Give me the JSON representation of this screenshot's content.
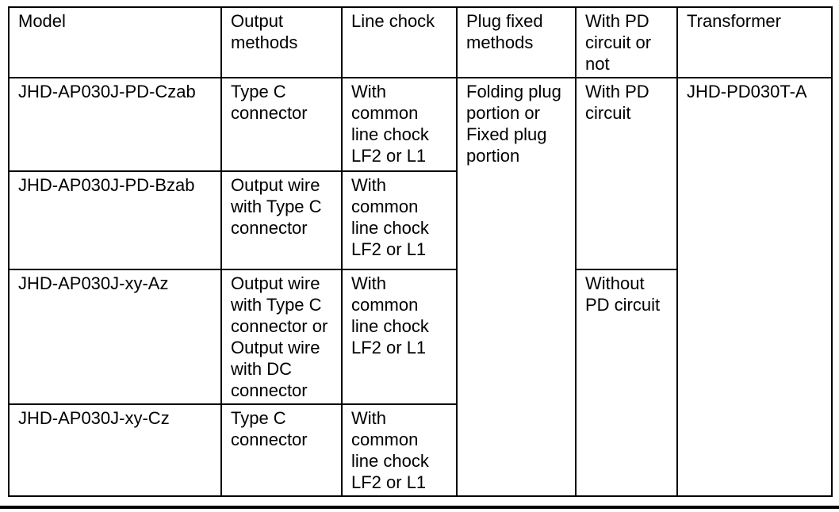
{
  "table": {
    "headers": {
      "model": "Model",
      "output_methods": "Output methods",
      "line_chock": "Line chock",
      "plug_fixed_methods": "Plug fixed methods",
      "pd_circuit": "With PD circuit or not",
      "transformer": "Transformer"
    },
    "rows": [
      {
        "model": "JHD-AP030J-PD-Czab",
        "output": "Type C connector",
        "chock": "With common line chock LF2 or L1"
      },
      {
        "model": "JHD-AP030J-PD-Bzab",
        "output": "Output wire with Type C connector",
        "chock": "With common line chock LF2 or L1"
      },
      {
        "model": "JHD-AP030J-xy-Az",
        "output": "Output wire with Type C connector or Output wire with DC connector",
        "chock": "With common line chock LF2 or L1"
      },
      {
        "model": "JHD-AP030J-xy-Cz",
        "output": "Type C connector",
        "chock": "With common line chock LF2 or L1"
      }
    ],
    "merged": {
      "plug_fixed": "Folding plug portion or Fixed plug portion",
      "with_pd": "With PD circuit",
      "without_pd": "Without PD circuit",
      "transformer_model": "JHD-PD030T-A"
    }
  },
  "colors": {
    "border": "#000000",
    "text": "#000000",
    "background": "#ffffff"
  }
}
